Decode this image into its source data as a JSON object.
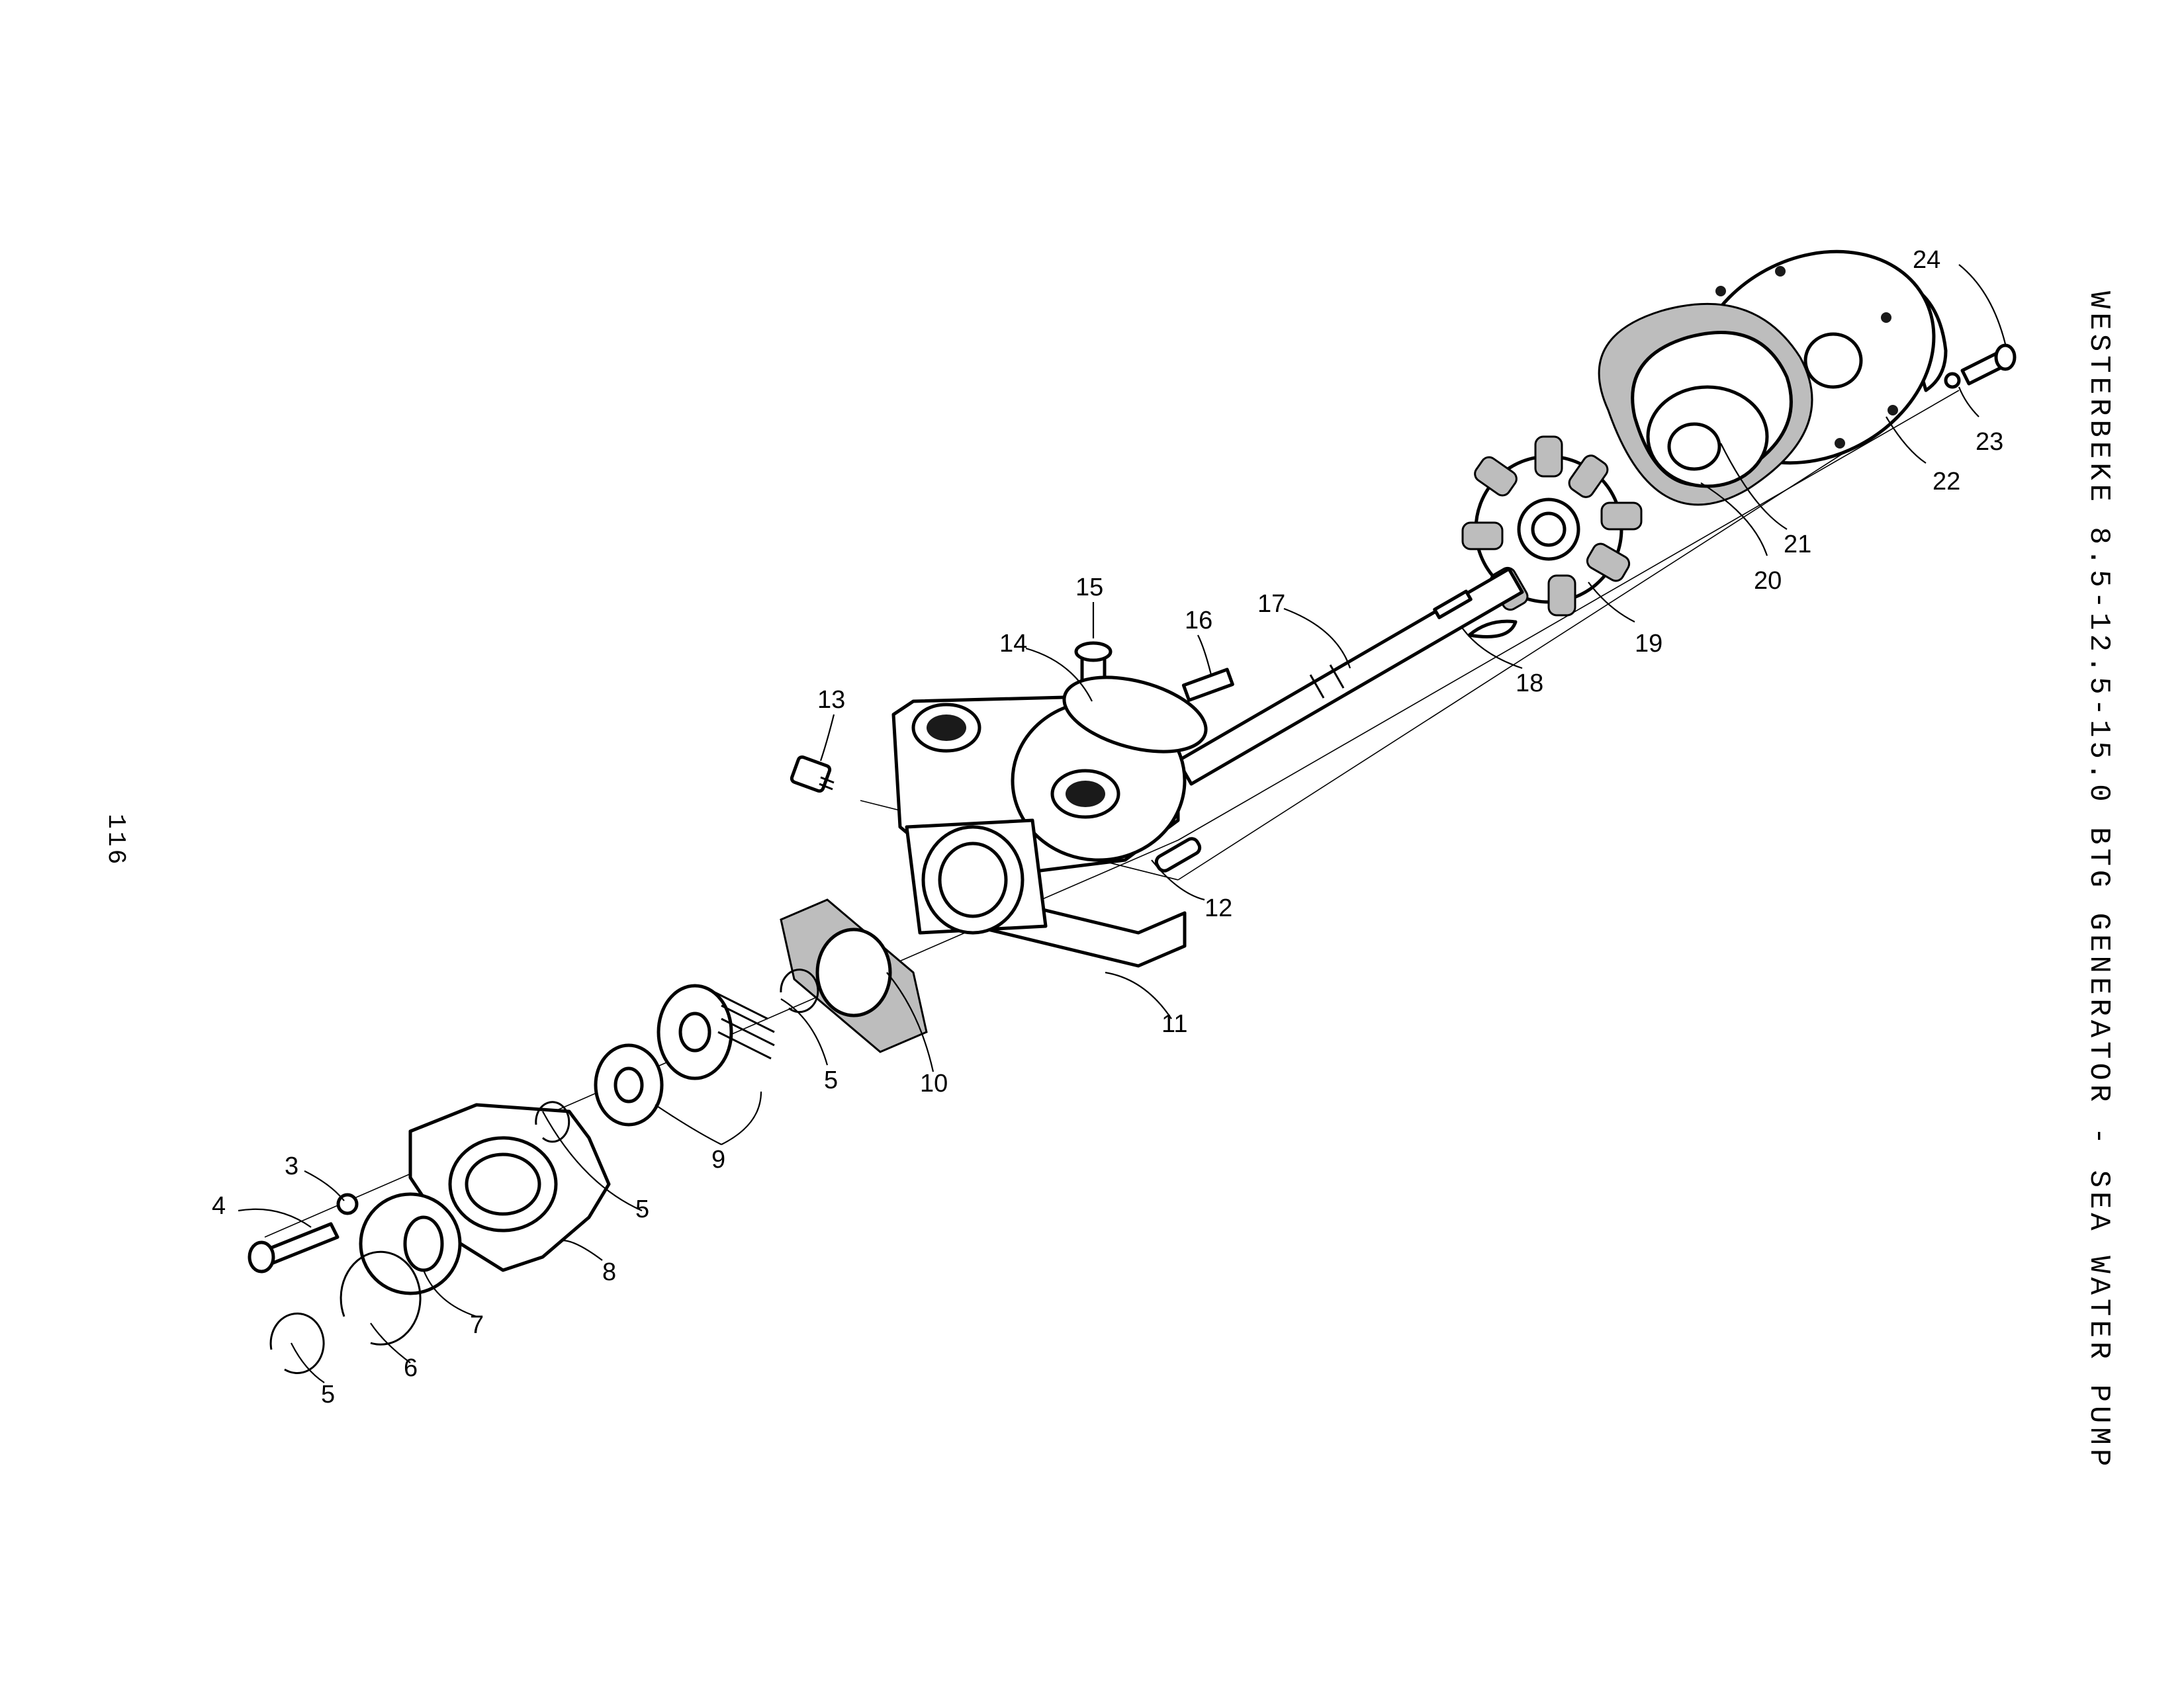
{
  "document": {
    "title": "WESTERBEKE 8.5-12.5-15.0 BTG GENERATOR - SEA WATER PUMP",
    "page_number": "116"
  },
  "callouts": {
    "c3": "3",
    "c4": "4",
    "c5a": "5",
    "c5b": "5",
    "c5c": "5",
    "c6": "6",
    "c7": "7",
    "c8": "8",
    "c9": "9",
    "c10": "10",
    "c11": "11",
    "c12": "12",
    "c13": "13",
    "c14": "14",
    "c15": "15",
    "c16": "16",
    "c17": "17",
    "c18": "18",
    "c19": "19",
    "c20": "20",
    "c21": "21",
    "c22": "22",
    "c23": "23",
    "c24": "24"
  }
}
